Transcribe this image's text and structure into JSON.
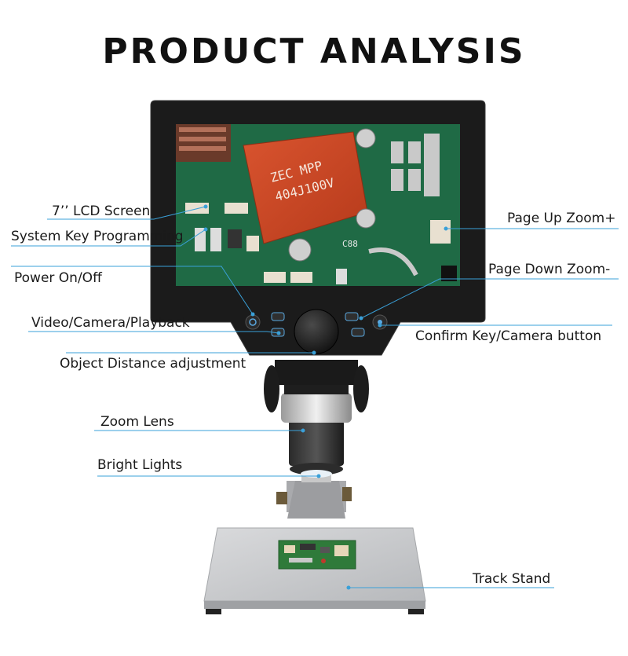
{
  "title": "PRODUCT ANALYSIS",
  "colors": {
    "accent_line": "#3aa0d8",
    "text": "#1a1a1a"
  },
  "screen_text": {
    "capacitor_brand": "ZEC MPP",
    "capacitor_value": "404J100V",
    "silk_label": "C88"
  },
  "callouts": {
    "lcd_screen": "7’’ LCD Screen",
    "system_key": "System Key Programming",
    "power": "Power On/Off",
    "video_camera": "Video/Camera/Playback",
    "object_distance": "Object Distance adjustment",
    "zoom_lens": "Zoom Lens",
    "bright_lights": "Bright Lights",
    "page_up": "Page Up Zoom+",
    "page_down": "Page Down Zoom-",
    "confirm": "Confirm Key/Camera button",
    "track_stand": "Track Stand"
  }
}
